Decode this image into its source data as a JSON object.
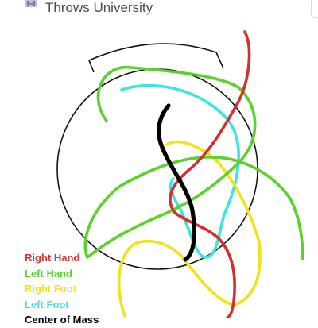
{
  "header": {
    "university_name": "Throws University",
    "logo_icon": "university-crest-icon"
  },
  "diagram": {
    "colors": {
      "right_hand": "#d32f2f",
      "left_hand": "#5bd22b",
      "right_foot": "#f2e21a",
      "left_foot": "#3fe3e3",
      "center_of_mass": "#000000",
      "outline": "#111111"
    }
  },
  "legend": {
    "items": [
      {
        "label": "Right Hand",
        "color": "#d32f2f"
      },
      {
        "label": "Left Hand",
        "color": "#5bd22b"
      },
      {
        "label": "Right Foot",
        "color": "#f2e21a"
      },
      {
        "label": "Left Foot",
        "color": "#3fe3e3"
      },
      {
        "label": "Center of Mass",
        "color": "#000000"
      }
    ]
  }
}
